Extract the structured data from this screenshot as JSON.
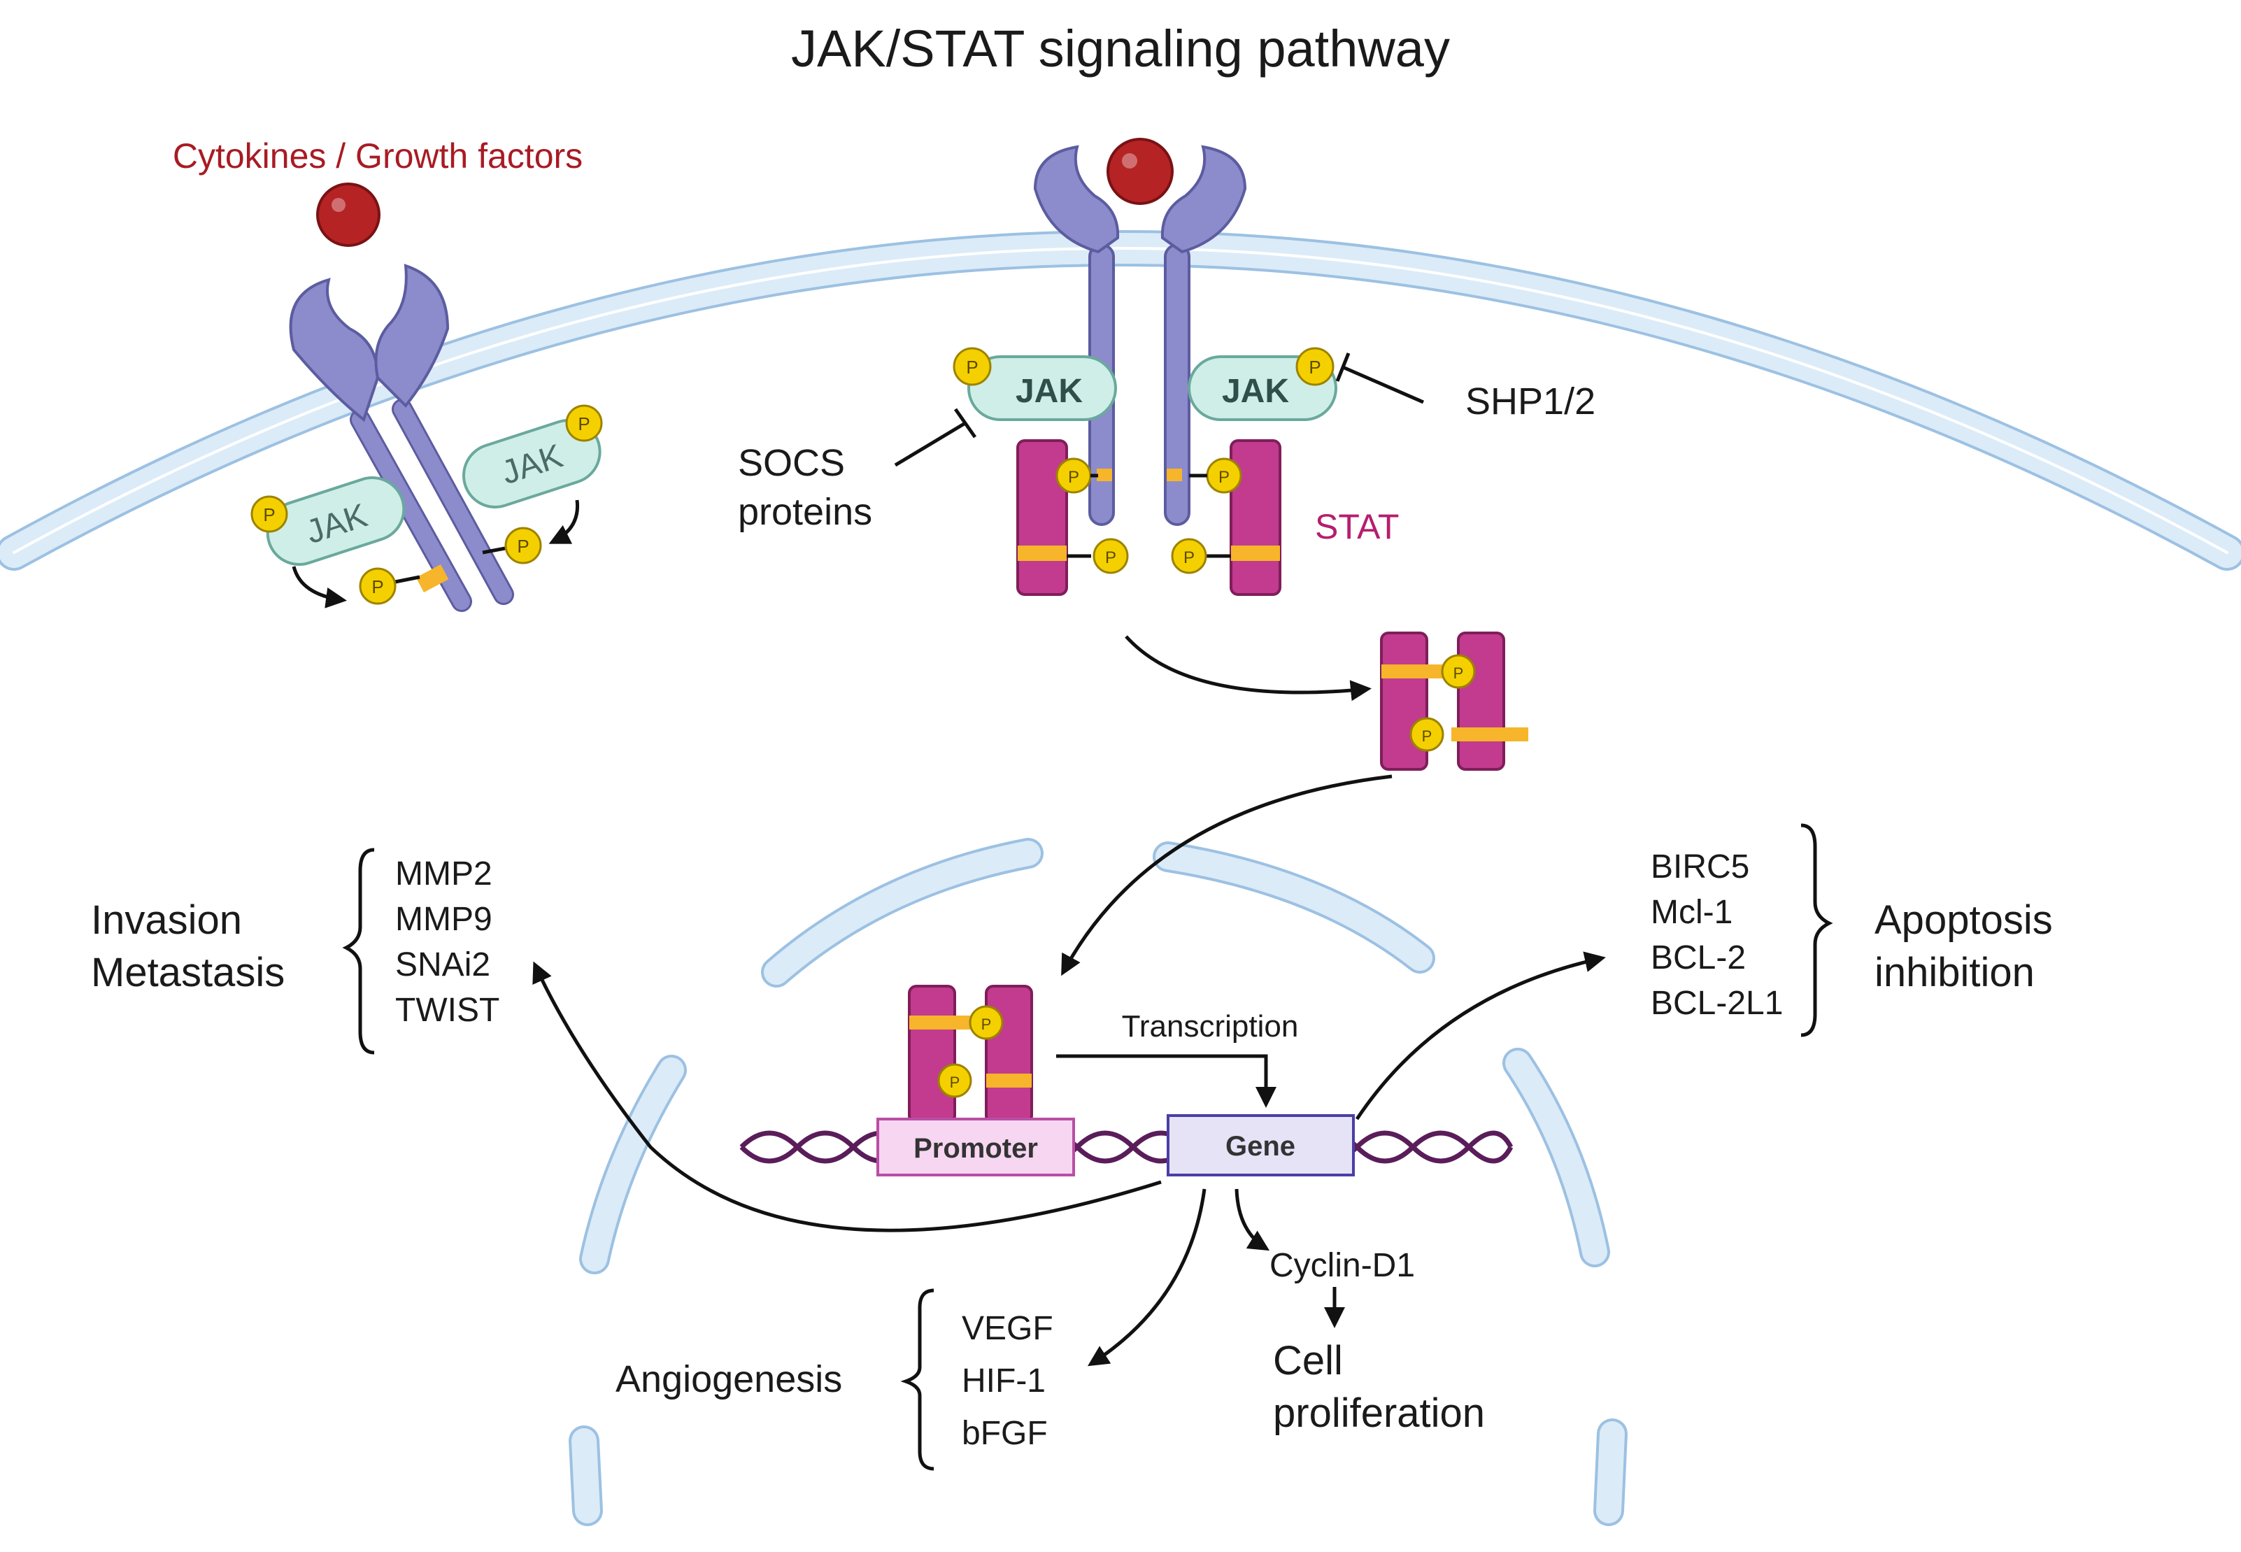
{
  "title": "JAK/STAT signaling pathway",
  "ligand_label": "Cytokines / Growth factors",
  "kinase_label": "JAK",
  "phospho_label": "P",
  "stat_label": "STAT",
  "socs_label_line1": "SOCS",
  "socs_label_line2": "proteins",
  "shp_label": "SHP1/2",
  "promoter_label": "Promoter",
  "gene_label": "Gene",
  "transcription_label": "Transcription",
  "invasion": {
    "line1": "Invasion",
    "line2": "Metastasis",
    "genes": [
      "MMP2",
      "MMP9",
      "SNAi2",
      "TWIST"
    ]
  },
  "apoptosis": {
    "line1": "Apoptosis",
    "line2": "inhibition",
    "genes": [
      "BIRC5",
      "Mcl-1",
      "BCL-2",
      "BCL-2L1"
    ]
  },
  "angiogenesis": {
    "label": "Angiogenesis",
    "genes": [
      "VEGF",
      "HIF-1",
      "bFGF"
    ]
  },
  "cyclin_label": "Cyclin-D1",
  "proliferation": {
    "line1": "Cell",
    "line2": "proliferation"
  },
  "colors": {
    "membrane": "#dcebf8",
    "membrane_edge": "#9cc1e2",
    "receptor": "#8c8ccc",
    "receptor_edge": "#5c5ca0",
    "ligand": "#b52325",
    "jak": "#cfeee8",
    "jak_edge": "#6aa99c",
    "stat": "#c23b8e",
    "stat_edge": "#7f1e5a",
    "phospho": "#f5d000",
    "phospho_edge": "#9c8300",
    "bridge": "#f6b52a",
    "dna": "#5a1d5a",
    "promoter_fill": "#f7d6f2",
    "promoter_edge": "#b94fa5",
    "gene_fill": "#e6e3f7",
    "gene_edge": "#4b3ea6"
  }
}
